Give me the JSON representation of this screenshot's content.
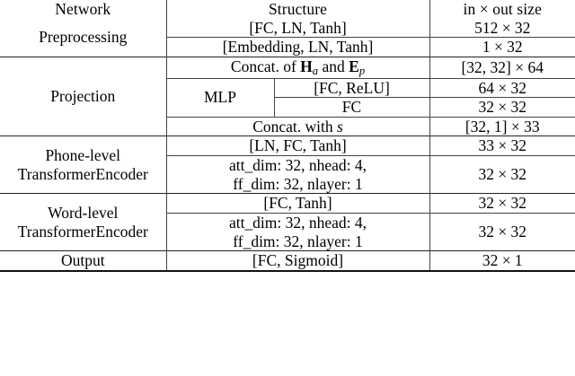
{
  "table": {
    "headers": {
      "network": "Network",
      "structure": "Structure",
      "size": "in × out size"
    },
    "sections": [
      {
        "network": "Preprocessing",
        "rows": [
          {
            "structure": "[FC, LN, Tanh]",
            "size": "512 × 32"
          },
          {
            "structure": "[Embedding, LN, Tanh]",
            "size": "1 × 32"
          }
        ]
      },
      {
        "network": "Projection",
        "rows": [
          {
            "structure_html": "Concat. of <b>H</b><sub>a</sub> and <b>E</b><sub>p</sub>",
            "structure": "Concat. of H_a and E_p",
            "size": "[32, 32] × 64"
          },
          {
            "group": "MLP",
            "structure": "[FC, ReLU]",
            "size": "64 × 32"
          },
          {
            "structure": "FC",
            "size": "32 × 32"
          },
          {
            "structure_html": "Concat. with <i>s</i>",
            "structure": "Concat. with s",
            "size": "[32, 1] × 33"
          }
        ]
      },
      {
        "network_line1": "Phone-level",
        "network_line2": "TransformerEncoder",
        "rows": [
          {
            "structure": "[LN, FC, Tanh]",
            "size": "33 × 32"
          },
          {
            "structure_line1": "att_dim: 32, nhead: 4,",
            "structure_line2": "ff_dim: 32, nlayer: 1",
            "size": "32 × 32"
          }
        ]
      },
      {
        "network_line1": "Word-level",
        "network_line2": "TransformerEncoder",
        "rows": [
          {
            "structure": "[FC, Tanh]",
            "size": "32 × 32"
          },
          {
            "structure_line1": "att_dim: 32, nhead: 4,",
            "structure_line2": "ff_dim: 32, nlayer: 1",
            "size": "32 × 32"
          }
        ]
      },
      {
        "network": "Output",
        "rows": [
          {
            "structure": "[FC, Sigmoid]",
            "size": "32 × 1"
          }
        ]
      }
    ]
  },
  "colors": {
    "rule": "#111111",
    "text": "#000000",
    "background": "#ffffff"
  }
}
